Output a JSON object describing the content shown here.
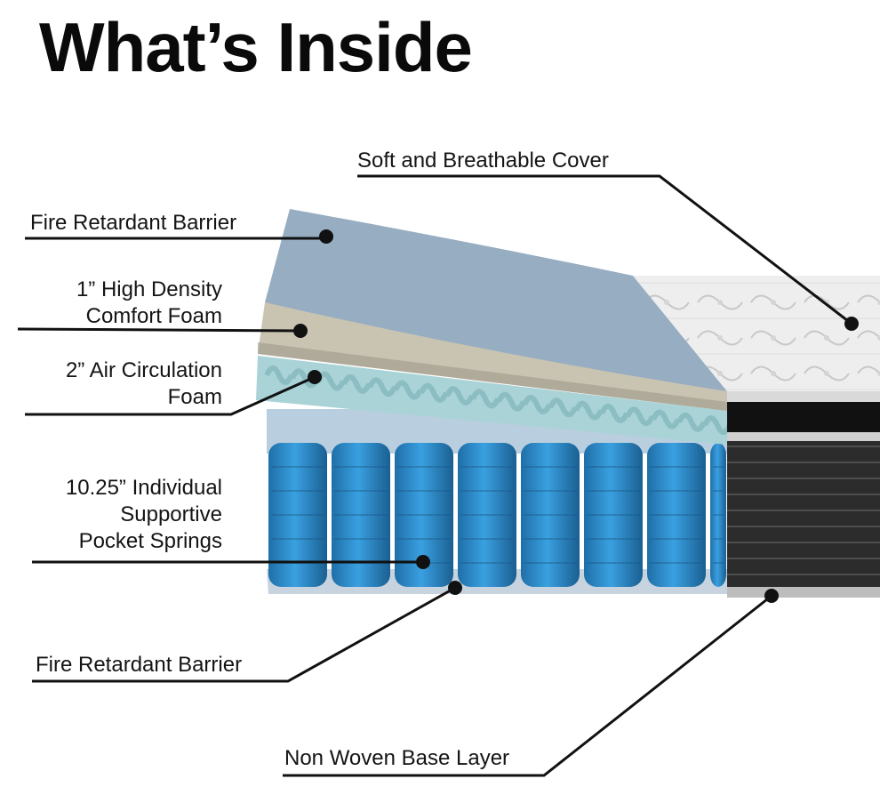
{
  "title": "What’s Inside",
  "labels": {
    "cover": "Soft and Breathable Cover",
    "fire_top": "Fire Retardant Barrier",
    "comfort_1": "1” High Density",
    "comfort_2": "Comfort Foam",
    "air_1": "2” Air Circulation",
    "air_2": "Foam",
    "springs_1": "10.25” Individual",
    "springs_2": "Supportive",
    "springs_3": "Pocket Springs",
    "fire_bottom": "Fire Retardant Barrier",
    "base": "Non Woven Base Layer"
  },
  "colors": {
    "barrier": "#97adc2",
    "comfort_foam": "#c9c4b2",
    "air_foam": "#a9d3d6",
    "spring": "#2f8fcf",
    "cover": "#ececec",
    "side_panel": "#2b2b2b"
  }
}
